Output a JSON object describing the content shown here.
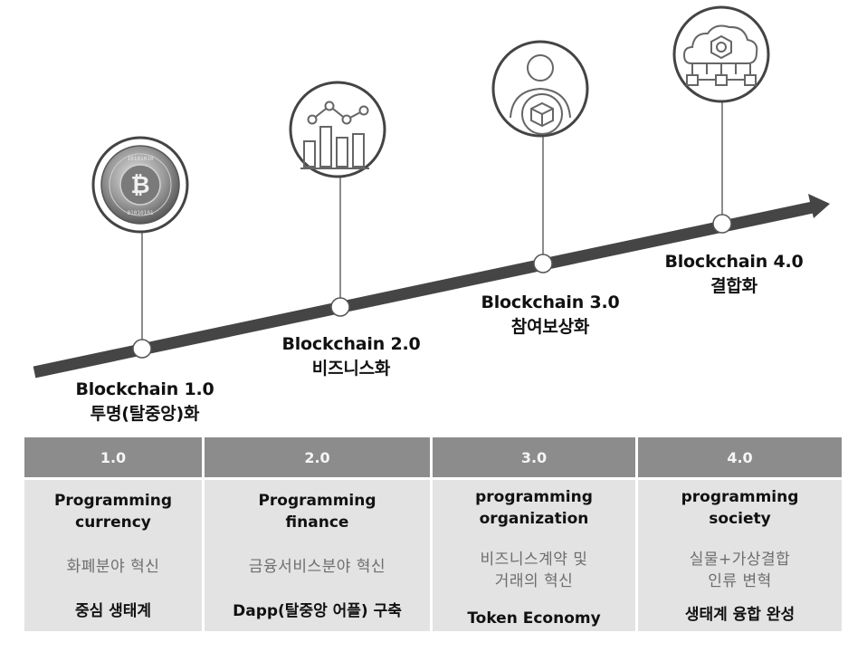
{
  "stages": [
    {
      "title": "Blockchain 1.0",
      "subtitle": "투명(탈중앙)화",
      "icon": "bitcoin-coin-icon"
    },
    {
      "title": "Blockchain 2.0",
      "subtitle": "비즈니스화",
      "icon": "bar-chart-icon"
    },
    {
      "title": "Blockchain 3.0",
      "subtitle": "참여보상화",
      "icon": "person-cube-icon"
    },
    {
      "title": "Blockchain 4.0",
      "subtitle": "결합화",
      "icon": "cloud-network-icon"
    }
  ],
  "coin_text": {
    "bits_top": "10101010",
    "bits_bottom": "01010101"
  },
  "table": {
    "columns": [
      {
        "header": "1.0",
        "title": "Programming\ncurrency",
        "area": "화폐분야 혁신",
        "outcome": "중심 생태계"
      },
      {
        "header": "2.0",
        "title": "Programming\nfinance",
        "area": "금융서비스분야 혁신",
        "outcome": "Dapp(탈중앙 어플) 구축"
      },
      {
        "header": "3.0",
        "title": "programming\norganization",
        "area": "비즈니스계약 및\n거래의 혁신",
        "outcome": "Token Economy"
      },
      {
        "header": "4.0",
        "title": "programming\nsociety",
        "area": "실물+가상결합\n인류 변혁",
        "outcome": "생태계 융합 완성"
      }
    ]
  },
  "colors": {
    "arrow": "#454545",
    "header_bg": "#8c8c8c",
    "cell_bg": "#e3e3e3",
    "muted_text": "#6e6e6e"
  }
}
